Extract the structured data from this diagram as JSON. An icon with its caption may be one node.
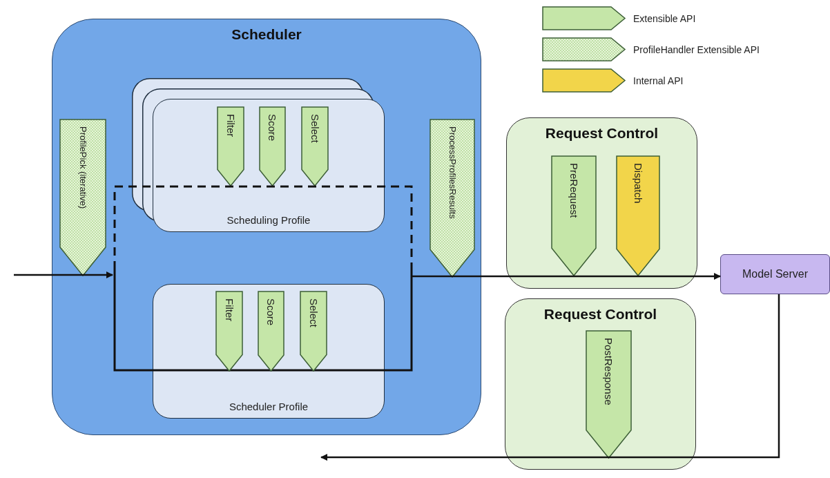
{
  "diagram": {
    "nodes": [
      {
        "text": [
          "Scheduler"
        ]
      },
      {
        "text": [
          "ProfilePick (iterative)"
        ],
        "in": 0
      },
      {
        "text": [],
        "shape": "box",
        "in": 0
      },
      {
        "text": [
          "Scheduling Profile"
        ],
        "in": 0
      },
      {
        "text": [
          "Filter"
        ],
        "in": 3
      },
      {
        "text": [
          "Score"
        ],
        "in": 3
      },
      {
        "text": [
          "Select"
        ],
        "in": 3
      },
      {
        "text": [
          "Scheduler Profile"
        ],
        "in": 0
      },
      {
        "text": [
          "Filter"
        ]
      },
      {
        "text": [
          "Score"
        ]
      },
      {
        "text": [
          "Select"
        ]
      },
      {
        "text": [
          "ProcessProfilesResults"
        ],
        "in": 0
      },
      {
        "text": [
          "Request Control"
        ]
      },
      {
        "text": [
          "PreRequest"
        ],
        "in": 12
      },
      {
        "text": [
          "Dispatch"
        ],
        "in": 12
      },
      {
        "text": [
          "Request Control"
        ]
      },
      {
        "text": [
          "PostResponse"
        ],
        "in": 15
      },
      {
        "text": [
          "Model Server"
        ]
      }
    ],
    "edges": [
      {
        "from": null,
        "to": 2,
        "arrow": "to"
      },
      {
        "from": 2,
        "to": 17,
        "arrow": "to"
      },
      {
        "from": 17,
        "to": 0,
        "arrow": "to"
      }
    ],
    "legend": [
      {
        "text": "Extensible API",
        "color": "#c5e6a8"
      },
      {
        "text": "ProfileHandler Extensible API"
      },
      {
        "text": "Internal API",
        "color": "#f2d54a"
      }
    ]
  }
}
